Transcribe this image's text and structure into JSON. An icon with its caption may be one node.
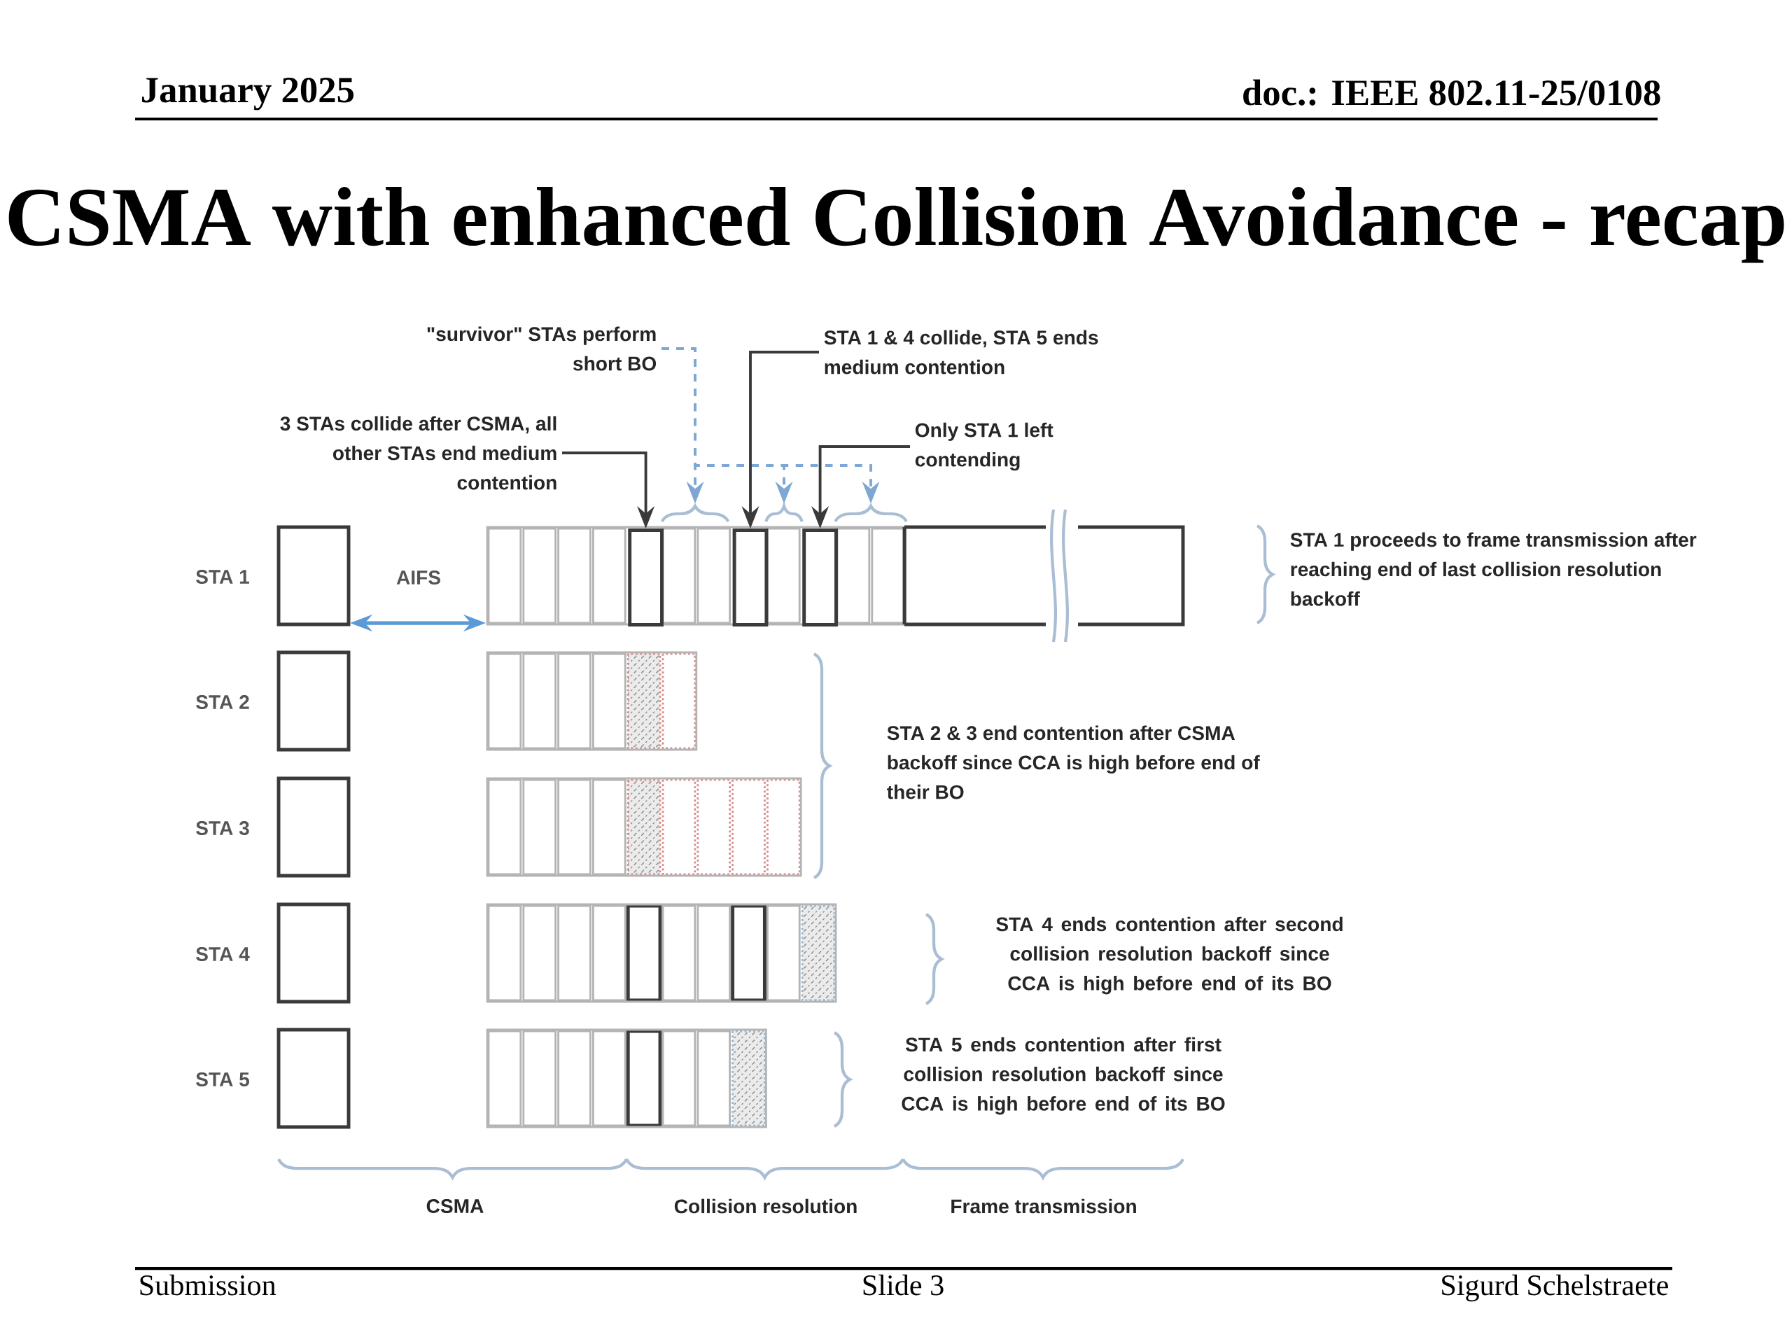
{
  "diagram": {
    "title": "CSMA with enhanced Collision Avoidance - recap",
    "nodes": [
      {
        "text": [
          "3 STAs collide after CSMA, all other STAs end medium contention"
        ]
      },
      {
        "text": [
          "\"survivor\" STAs perform short BO"
        ]
      },
      {
        "text": [
          "STA 1 & 4 collide, STA 5 ends medium contention"
        ]
      },
      {
        "text": [
          "Only STA 1 left contending"
        ]
      },
      {
        "text": [],
        "shape": "brace"
      },
      {
        "text": [],
        "shape": "brace"
      },
      {
        "text": [],
        "shape": "brace"
      },
      {
        "text": [],
        "shape": "box"
      },
      {
        "text": [],
        "shape": "box"
      },
      {
        "text": [],
        "shape": "box"
      }
    ],
    "edges": [
      {
        "from": 0,
        "to": 7,
        "arrow": "to"
      },
      {
        "from": 1,
        "to": 4,
        "arrow": "to",
        "style": "dashed",
        "color": "#7fa7d3"
      },
      {
        "from": 1,
        "to": 5,
        "arrow": "to",
        "style": "dashed",
        "color": "#7fa7d3"
      },
      {
        "from": 1,
        "to": 6,
        "arrow": "to",
        "style": "dashed",
        "color": "#7fa7d3"
      },
      {
        "from": 2,
        "to": 8,
        "arrow": "to"
      },
      {
        "from": 3,
        "to": 9,
        "arrow": "to"
      }
    ],
    "labels": [
      "January 2025",
      "doc.: IEEE 802.11-25/0108",
      "STA 1",
      "AIFS",
      "STA 1 proceeds to frame transmission after reaching end of last collision resolution backoff",
      "STA 2",
      "STA 2 & 3 end contention after CSMA backoff since CCA is high before end of their BO",
      "STA 3",
      "STA 4",
      "STA 4 ends contention after second collision resolution backoff since CCA is high before end of its BO",
      "STA 5",
      "STA 5 ends contention after first collision resolution backoff since CCA is high before end of its BO",
      "CSMA",
      "Collision resolution",
      "Frame transmission",
      "Submission",
      "Slide 3",
      "Sigurd Schelstraete"
    ]
  }
}
